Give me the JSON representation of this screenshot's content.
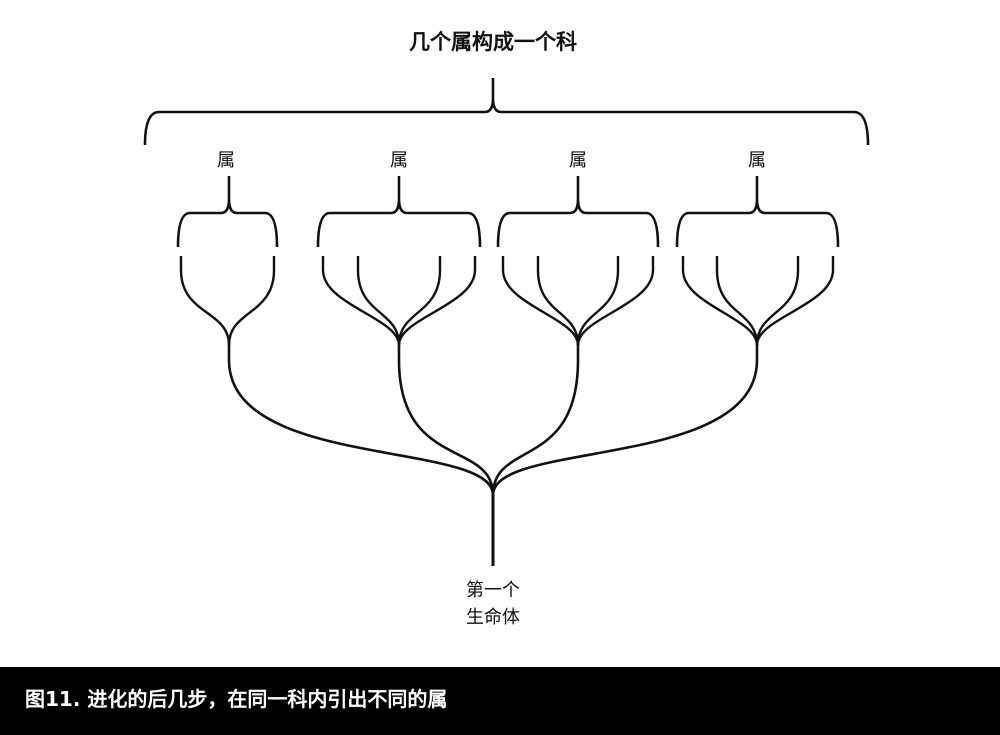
{
  "title": "几个属构成一个科",
  "genus_labels": [
    "属",
    "属",
    "属",
    "属"
  ],
  "groups_species_counts": [
    2,
    4,
    4,
    4
  ],
  "root_label": [
    "第一个",
    "生命体"
  ],
  "caption": "图11. 进化的后几步，在同一科内引出不同的属"
}
